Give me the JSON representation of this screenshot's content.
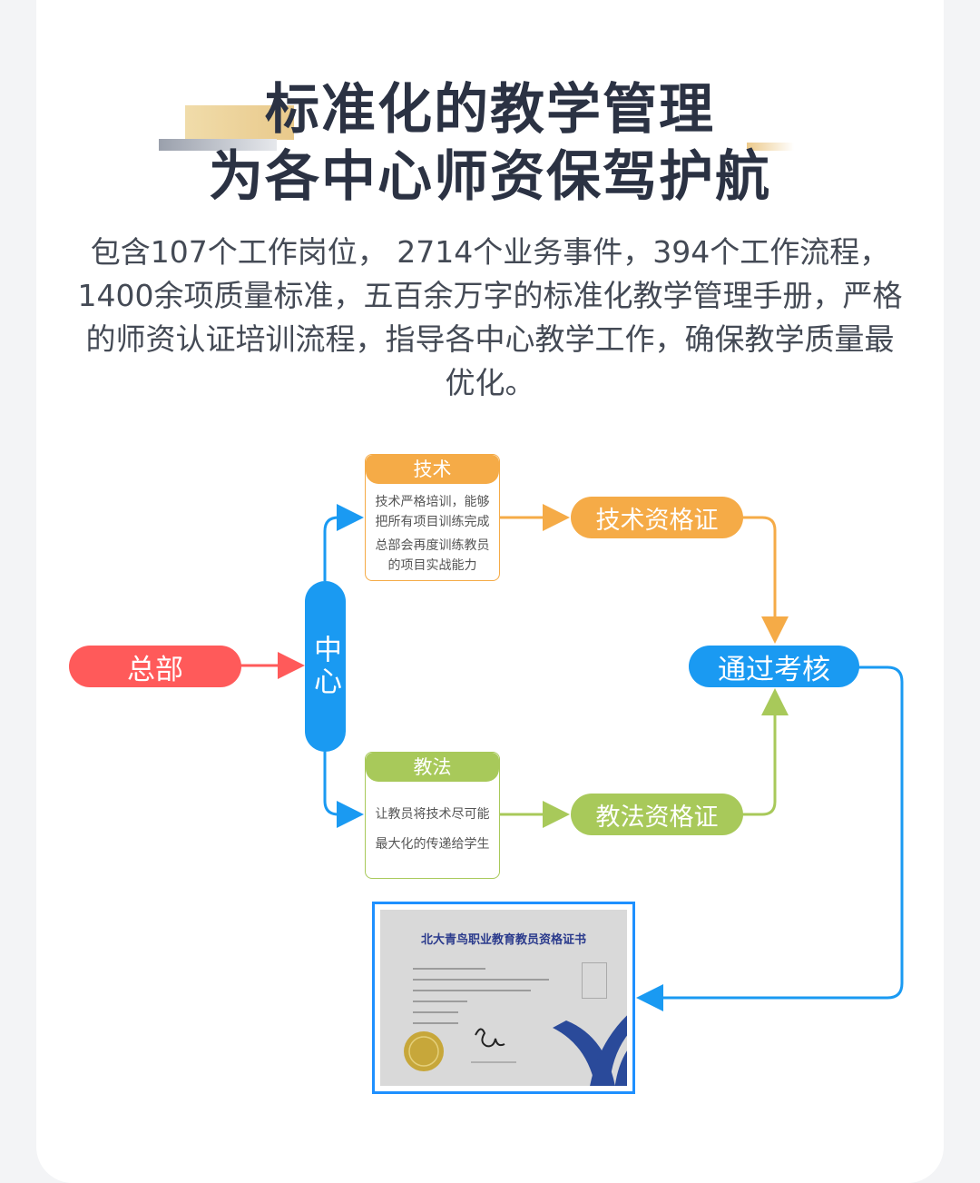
{
  "header": {
    "title_line1": "标准化的教学管理",
    "title_line2": "为各中心师资保驾护航"
  },
  "description": "包含107个工作岗位， 2714个业务事件，394个工作流程，1400余项质量标准，五百余万字的标准化教学管理手册，严格的师资认证培训流程，指导各中心教学工作，确保教学质量最优化。",
  "diagram": {
    "hq": "总部",
    "center": "中心",
    "tech": {
      "label": "技术",
      "lines": [
        "技术严格培训，能够",
        "把所有项目训练完成",
        "总部会再度训练教员",
        "的项目实战能力"
      ]
    },
    "pedagogy": {
      "label": "教法",
      "lines": [
        "让教员将技术尽可能",
        "最大化的传递给学生"
      ]
    },
    "tech_cert": "技术资格证",
    "pedagogy_cert": "教法资格证",
    "pass_exam": "通过考核",
    "certificate_title": "北大青鸟职业教育教员资格证书"
  },
  "colors": {
    "red": "#ff5a5a",
    "blue": "#1a9af2",
    "orange": "#f5ab47",
    "green": "#a8c95a",
    "title": "#2b3243"
  }
}
